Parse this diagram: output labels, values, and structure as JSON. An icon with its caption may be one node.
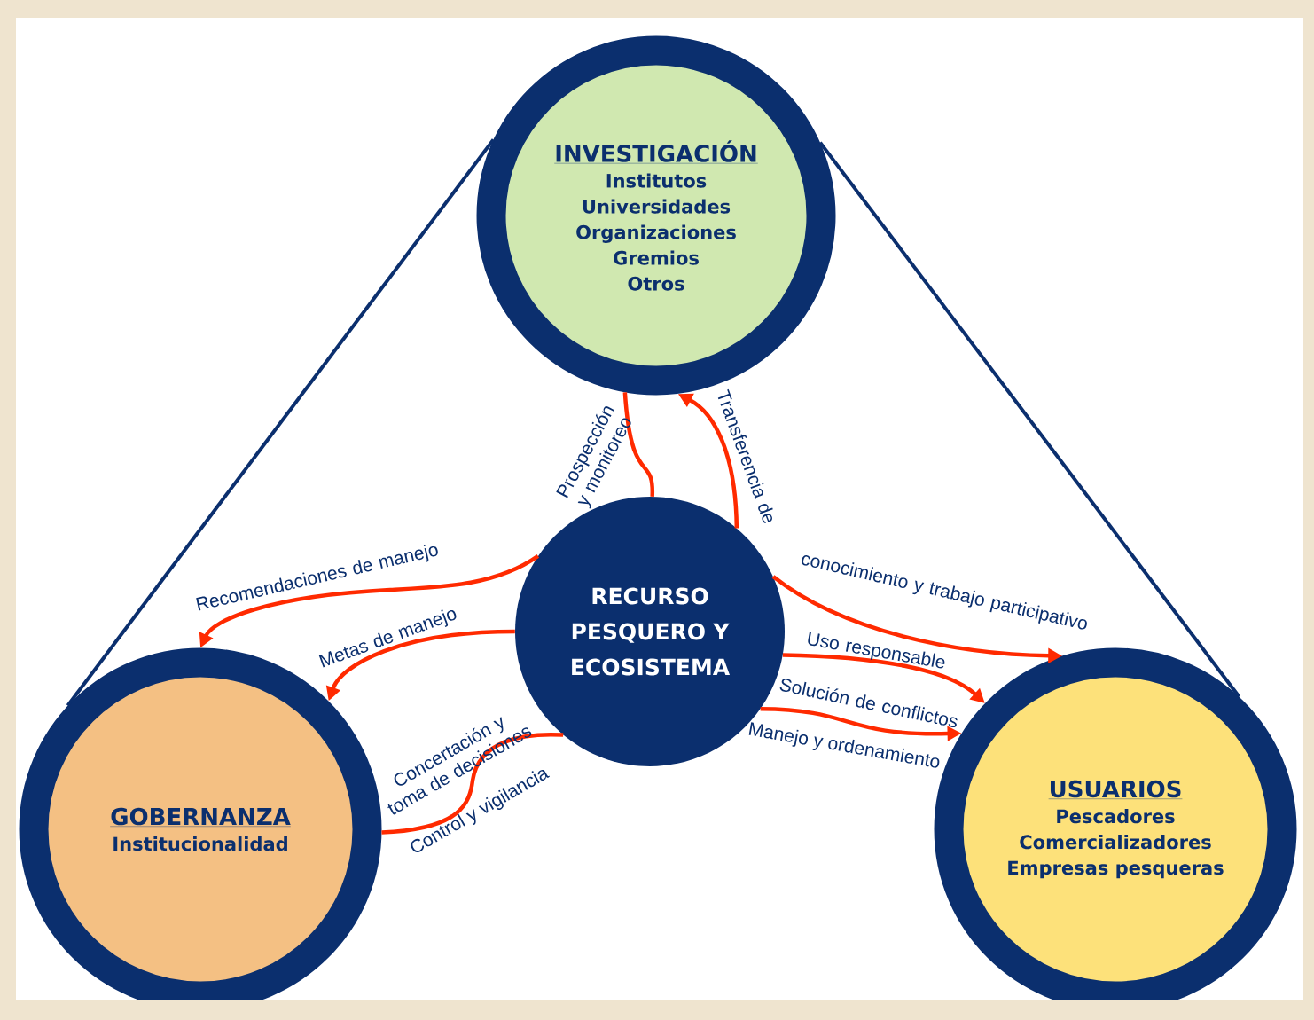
{
  "diagram": {
    "nodes": [
      {
        "text": [
          "INVESTIGACIÓN",
          "Institutos",
          "Universidades",
          "Organizaciones",
          "Gremios",
          "Otros"
        ]
      },
      {
        "text": [
          "GOBERNANZA",
          "Institucionalidad"
        ]
      },
      {
        "text": [
          "USUARIOS",
          "Pescadores",
          "Comercializadores",
          "Empresas pesqueras"
        ]
      },
      {
        "text": [
          "RECURSO PESQUERO Y ECOSISTEMA"
        ]
      }
    ],
    "edges": [
      {
        "from": 3,
        "to": 0,
        "arrow": "none",
        "label": "Prospección y monitoreo"
      },
      {
        "from": 3,
        "to": 0,
        "arrow": "to",
        "label": "Transferencia de"
      },
      {
        "from": 3,
        "to": 2,
        "arrow": "to",
        "label": "conocimiento y trabajo participativo"
      },
      {
        "from": 3,
        "to": 2,
        "arrow": "to",
        "label": "Uso responsable"
      },
      {
        "from": 3,
        "to": 2,
        "arrow": "to",
        "label": "Solución de conflictos"
      },
      {
        "from": 3,
        "to": 1,
        "arrow": "to",
        "label": "Recomendaciones de manejo"
      },
      {
        "from": 3,
        "to": 1,
        "arrow": "to",
        "label": "Metas de manejo"
      },
      {
        "from": 1,
        "to": 3,
        "arrow": "none",
        "label": "Concertación y toma de decisiones"
      },
      {
        "from": 1,
        "to": 0,
        "arrow": "none",
        "color": "#0b2f6e"
      },
      {
        "from": 0,
        "to": 2,
        "arrow": "none",
        "color": "#0b2f6e"
      }
    ],
    "labels": [
      "Manejo y ordenamiento",
      "Control y vigilancia"
    ]
  }
}
